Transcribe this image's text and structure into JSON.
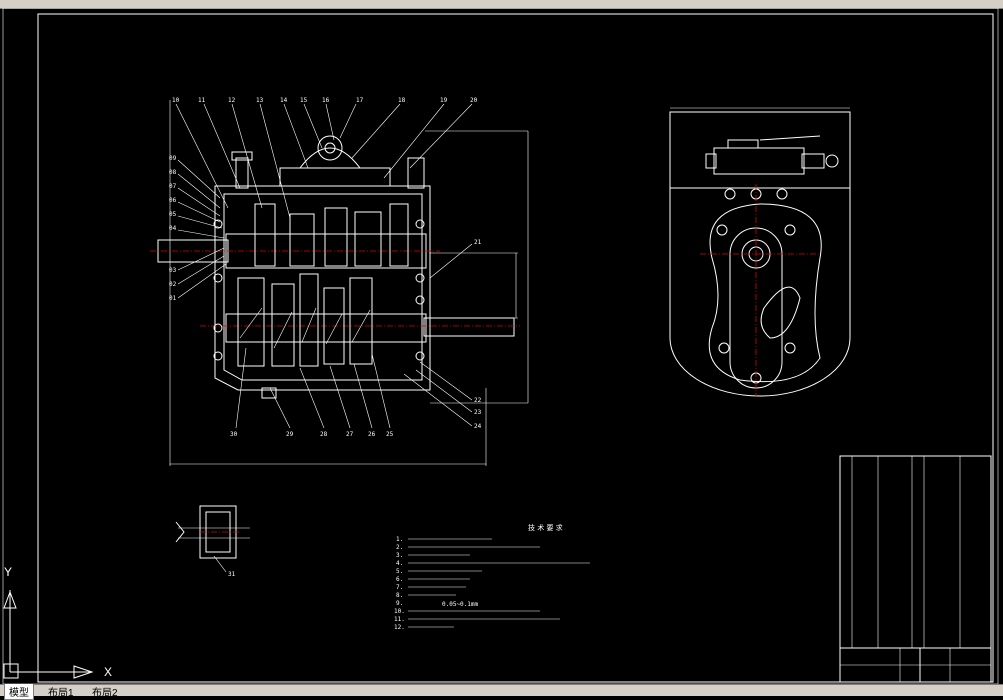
{
  "tabs": [
    {
      "label": "模型"
    },
    {
      "label": "布局1"
    },
    {
      "label": "布局2"
    }
  ],
  "ucs": {
    "x_label": "X",
    "y_label": "Y"
  },
  "callouts": {
    "top": [
      "10",
      "11",
      "12",
      "13",
      "14",
      "15",
      "16",
      "17",
      "18",
      "19",
      "20"
    ],
    "left": [
      "09",
      "08",
      "07",
      "06",
      "05",
      "04",
      "03",
      "02",
      "01"
    ],
    "right": [
      "21",
      "22",
      "23",
      "24"
    ],
    "bottom": [
      "30",
      "29",
      "28",
      "27",
      "26",
      "25"
    ],
    "detail": "31"
  },
  "notes": {
    "heading": "技 术 要 求",
    "numbers": [
      "1.",
      "2.",
      "3.",
      "4.",
      "5.",
      "6.",
      "7.",
      "8.",
      "9.",
      "10.",
      "11.",
      "12."
    ],
    "line9_value": "0.05~0.1mm"
  }
}
